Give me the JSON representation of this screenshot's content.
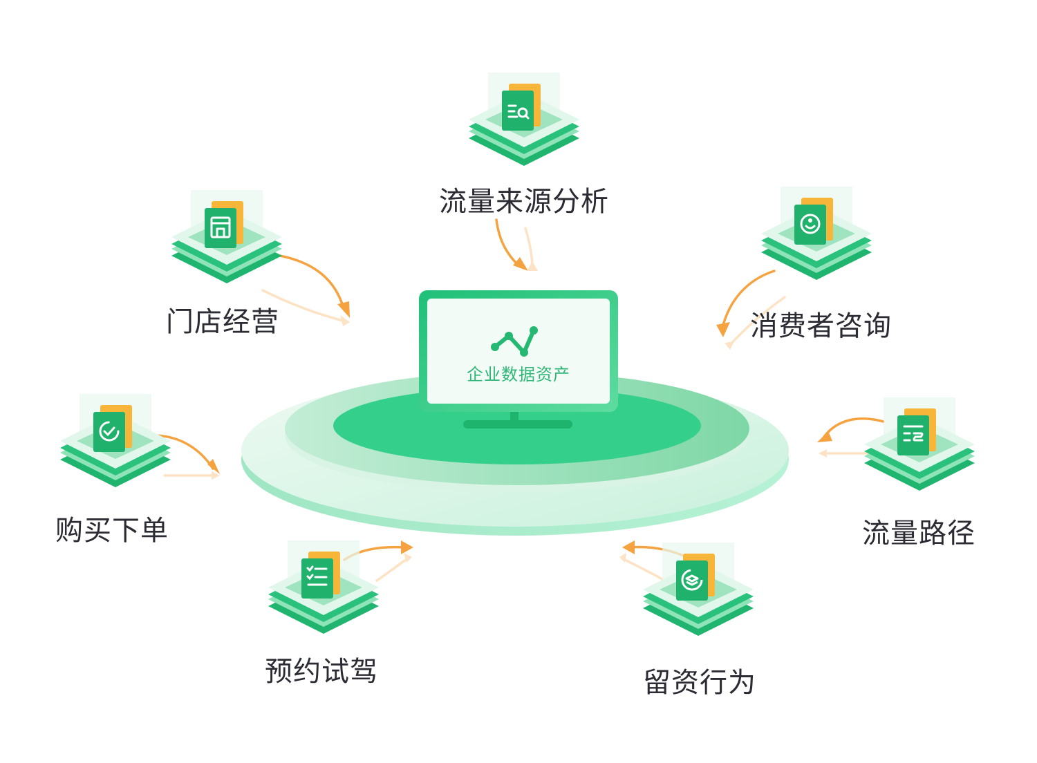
{
  "center": {
    "label": "企业数据资产"
  },
  "nodes": [
    {
      "id": "traffic-source",
      "label": "流量来源分析",
      "icon": "doc-search-icon"
    },
    {
      "id": "store",
      "label": "门店经营",
      "icon": "storefront-icon"
    },
    {
      "id": "consult",
      "label": "消费者咨询",
      "icon": "chat-face-icon"
    },
    {
      "id": "purchase",
      "label": "购买下单",
      "icon": "check-cycle-icon"
    },
    {
      "id": "path",
      "label": "流量路径",
      "icon": "doc-route-icon"
    },
    {
      "id": "test-drive",
      "label": "预约试驾",
      "icon": "checklist-icon"
    },
    {
      "id": "leads",
      "label": "留资行为",
      "icon": "layers-cycle-icon"
    }
  ],
  "colors": {
    "green": "#26c27c",
    "green_dark": "#1aa866",
    "green_light": "#bff0d6",
    "orange": "#f5a340",
    "orange_light": "#fde3c6",
    "text": "#2b2b33"
  }
}
